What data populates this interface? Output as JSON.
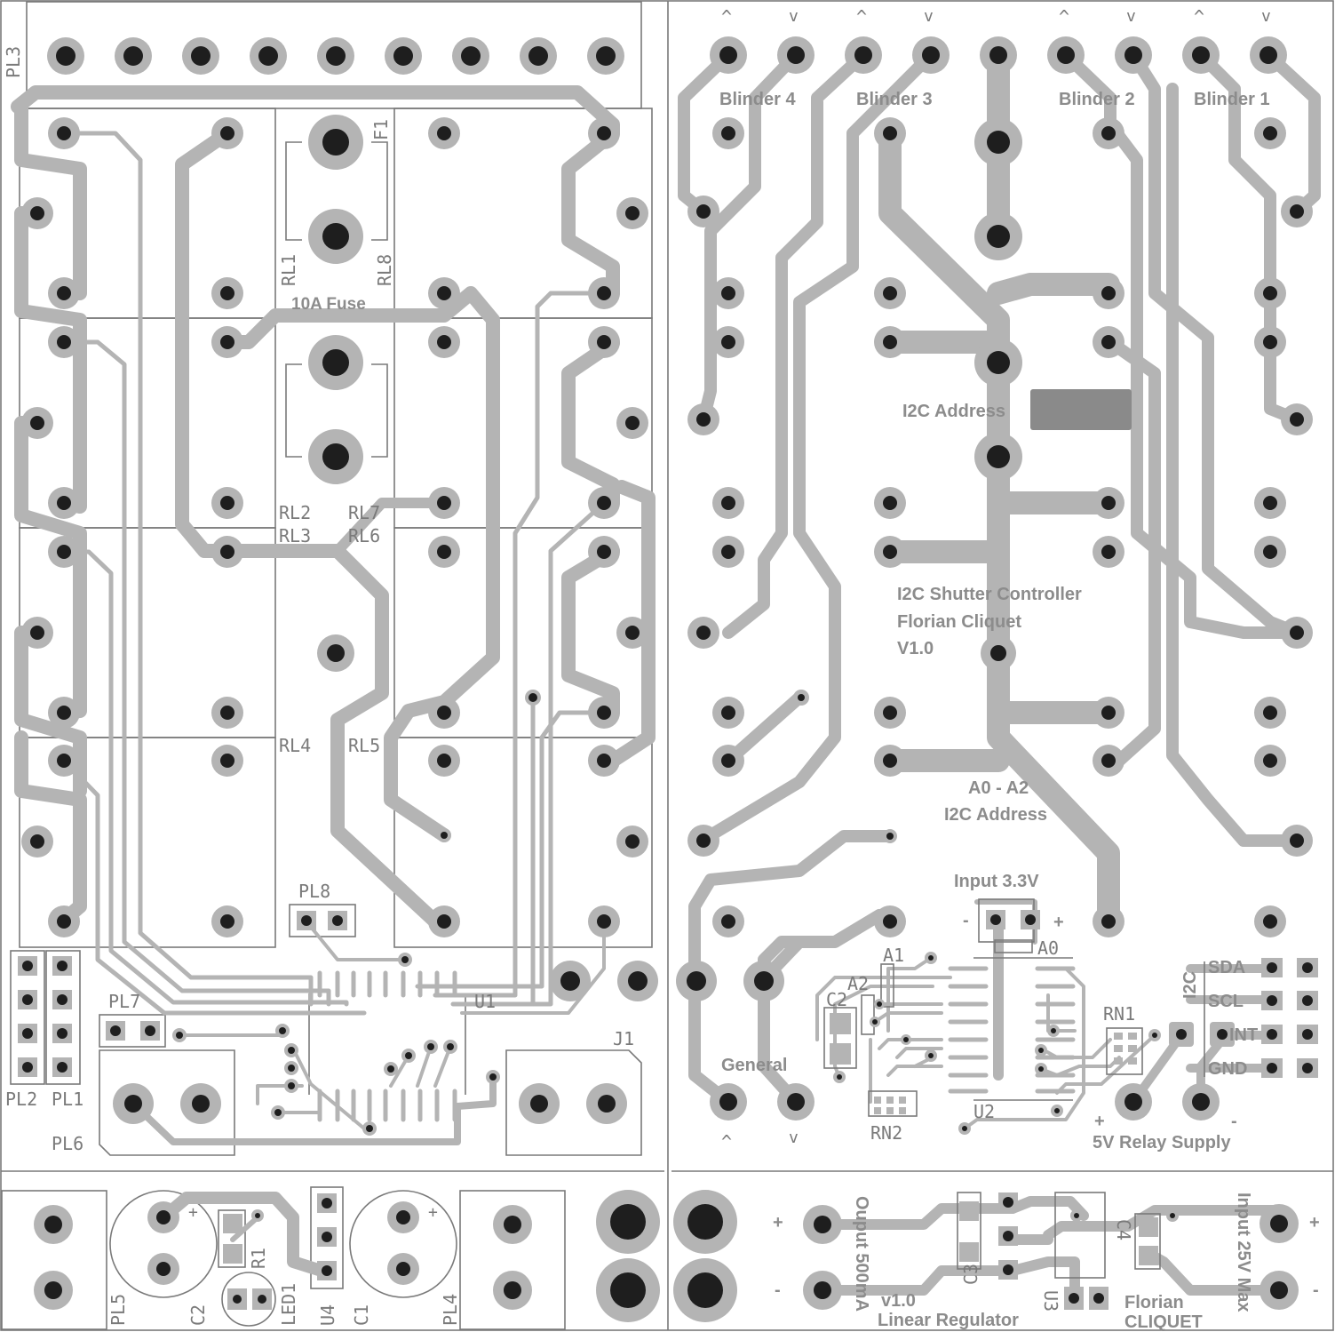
{
  "colors": {
    "board": "#ffffff",
    "copper": "#b4b4b4",
    "drill": "#1e1e1e",
    "silkscreen": "#7a7a7a",
    "label": "#8c8c8c",
    "jumper_block": "#8a8a8a"
  },
  "ref_designators": {
    "pl3": "PL3",
    "f1": "F1",
    "rl1": "RL1",
    "rl8": "RL8",
    "rl2": "RL2",
    "rl7": "RL7",
    "rl3": "RL3",
    "rl6": "RL6",
    "rl4": "RL4",
    "rl5": "RL5",
    "pl8": "PL8",
    "pl7": "PL7",
    "u1": "U1",
    "j1": "J1",
    "pl2": "PL2",
    "pl1": "PL1",
    "pl6": "PL6",
    "pl5": "PL5",
    "c2": "C2",
    "r1": "R1",
    "led1": "LED1",
    "u4": "U4",
    "c1": "C1",
    "pl4": "PL4",
    "a1": "A1",
    "a2": "A2",
    "a0": "A0",
    "c2b": "C2",
    "rn1": "RN1",
    "rn2": "RN2",
    "u2": "U2",
    "c3": "C3",
    "u3": "U3",
    "c4": "C4"
  },
  "labels": {
    "fuse": "10A Fuse",
    "blinder4": "Blinder 4",
    "blinder3": "Blinder 3",
    "blinder2": "Blinder 2",
    "blinder1": "Blinder 1",
    "i2c_address": "I2C Address",
    "title1": "I2C Shutter Controller",
    "title2": "Florian Cliquet",
    "title3": "V1.0",
    "a0a2": "A0 - A2",
    "a0a2_sub": "I2C Address",
    "input33": "Input 3.3V",
    "minus": "-",
    "plus": "+",
    "general": "General",
    "i2c": "I2C",
    "sda": "SDA",
    "scl": "SCL",
    "int": "INT",
    "gnd": "GND",
    "relay_plus": "+",
    "relay_minus": "-",
    "relay_supply": "5V Relay Supply",
    "out_plus": "+",
    "out_minus": "-",
    "output": "Ouput 500mA",
    "reg_version": "v1.0",
    "reg_name": "Linear Regulator",
    "author1": "Florian",
    "author2": "CLIQUET",
    "input25": "Input 25V Max",
    "in_plus": "+",
    "in_minus": "-",
    "up": "^",
    "down": "v"
  }
}
